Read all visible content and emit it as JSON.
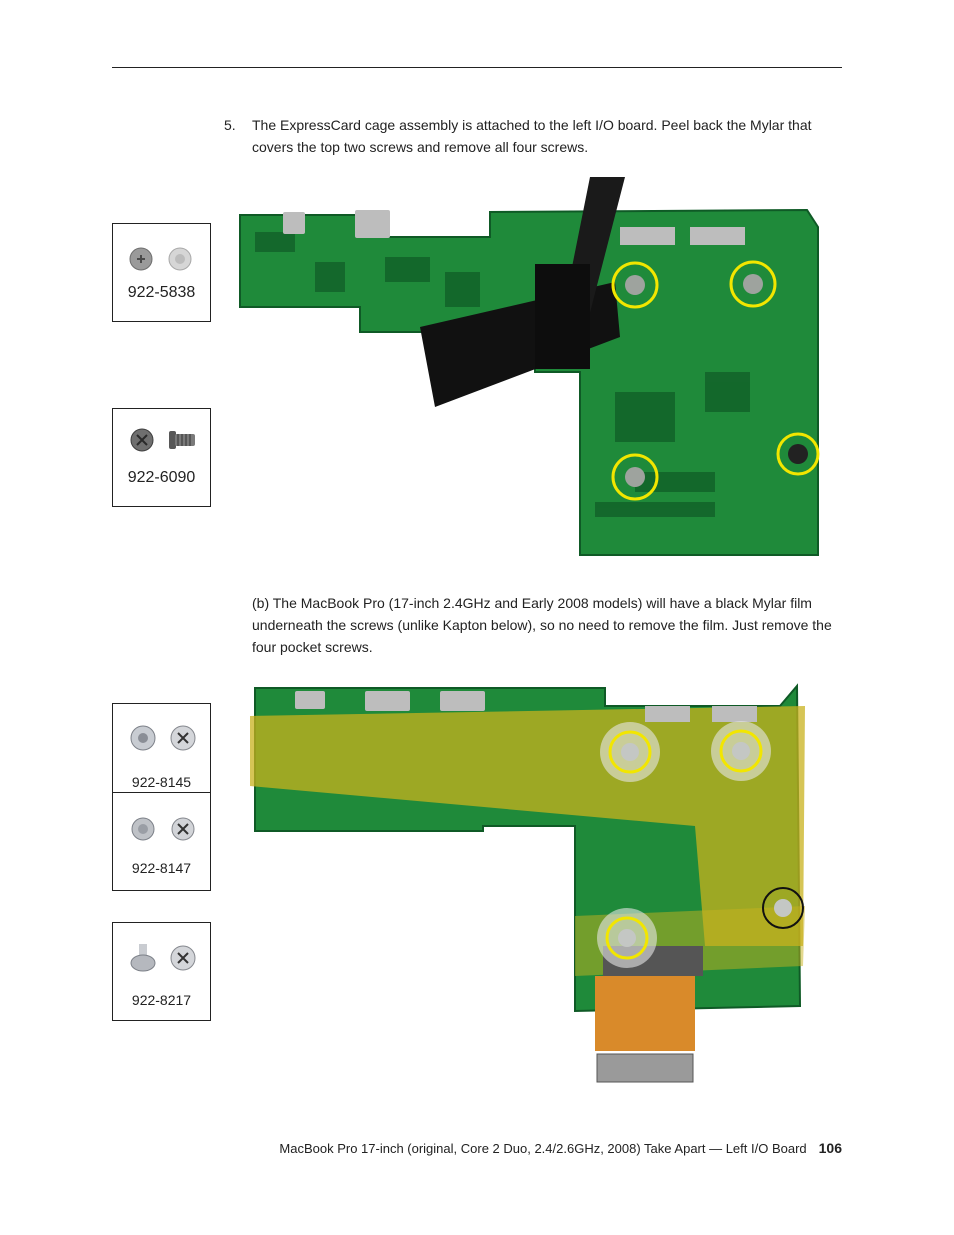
{
  "step": {
    "number": "5.",
    "text": "The ExpressCard cage assembly is attached to the left I/O board. Peel back the Mylar that covers the top two screws and remove all four screws."
  },
  "note": {
    "text": "(b) The MacBook Pro (17-inch 2.4GHz and Early 2008 models) will have a black Mylar film underneath the screws (unlike Kapton below), so no need to remove the film. Just remove the four pocket screws."
  },
  "parts": [
    {
      "number": "922-5838"
    },
    {
      "number": "922-6090"
    },
    {
      "number": "922-8145"
    },
    {
      "number": "922-8147"
    },
    {
      "number": "922-8217"
    }
  ],
  "footer": {
    "title": "MacBook Pro 17-inch (original, Core 2 Duo, 2.4/2.6GHz, 2008) Take Apart — Left I/O Board",
    "page": "106"
  },
  "colors": {
    "board_green": "#1f8a3a",
    "board_dark": "#0f5a26",
    "highlight_ring": "#f2e600",
    "kapton_overlay": "#c8b21e",
    "flex_cable": "#d98a2a"
  }
}
